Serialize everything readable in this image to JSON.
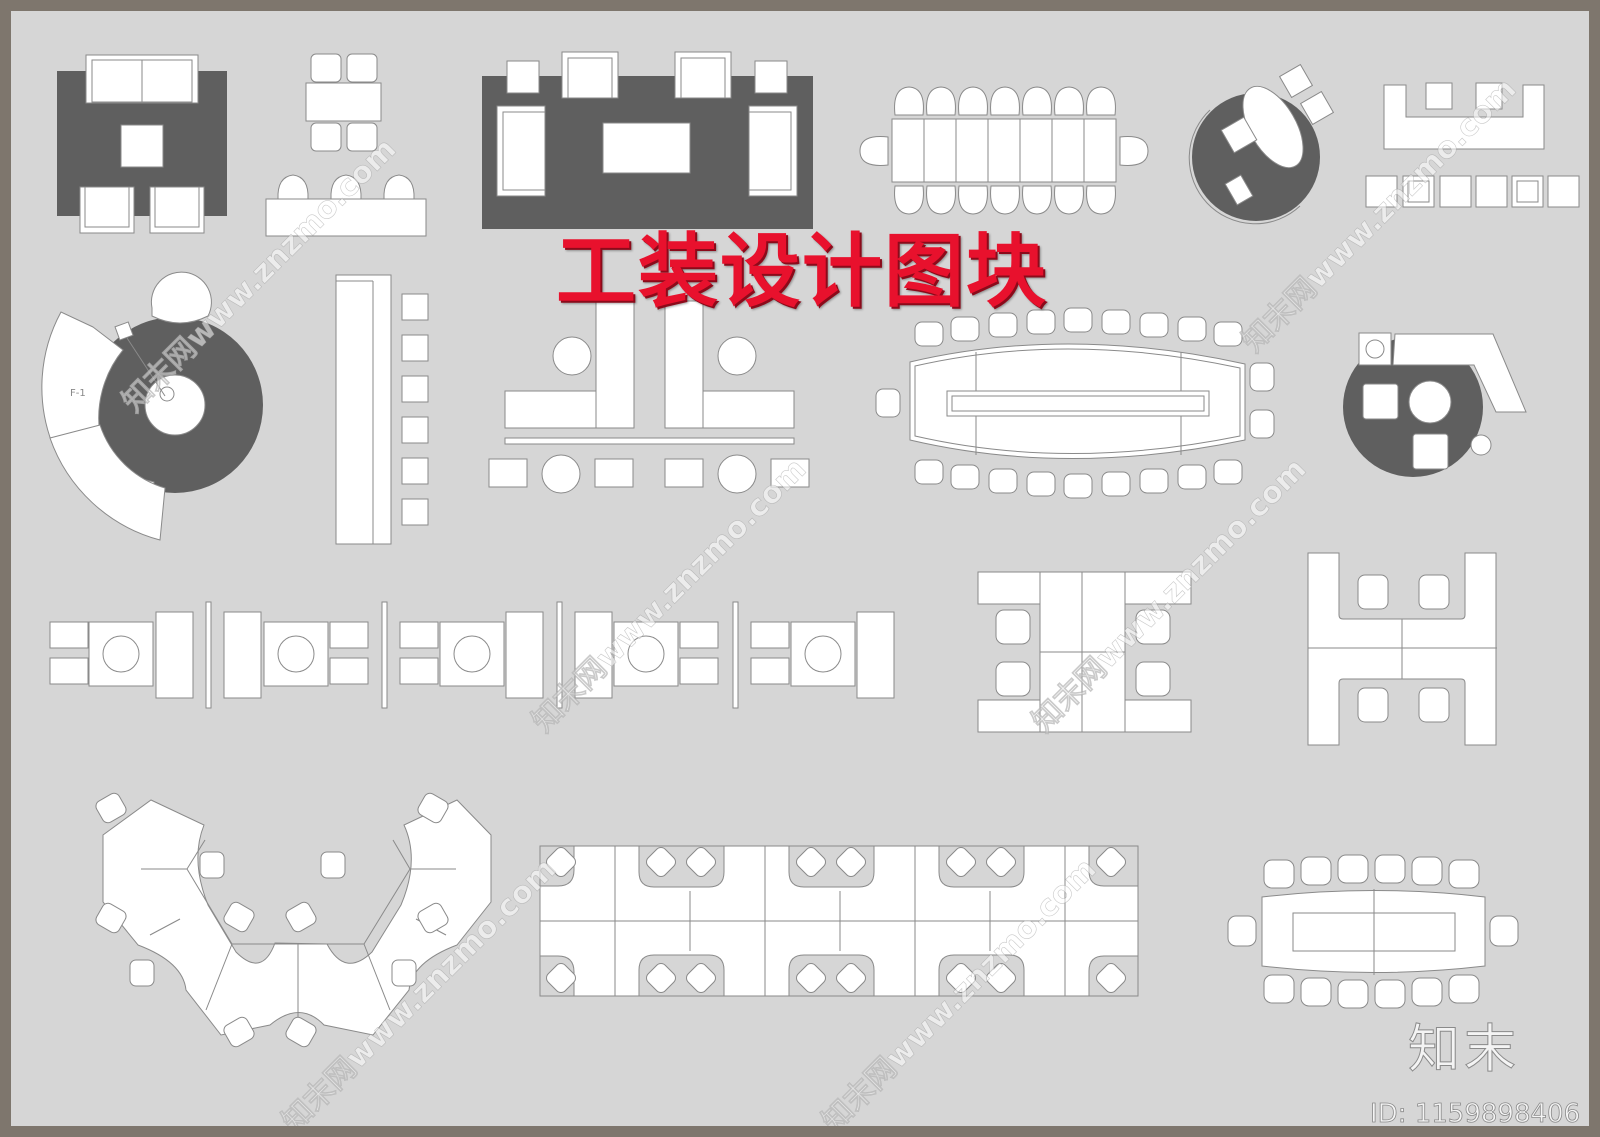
{
  "sheet": {
    "title": "工装设计图块",
    "brand": "知末",
    "image_id": "ID: 1159898406",
    "watermark_text": "知末网www.znzmo.com",
    "colors": {
      "frame": "#7e766d",
      "background": "#d6d6d6",
      "rug": "#5f5f5f",
      "furniture": "#ffffff",
      "title": "#e8112d"
    }
  },
  "blocks": [
    {
      "id": "lounge-sofa-set",
      "label": "Sofa set on rug"
    },
    {
      "id": "four-seat-dining-table",
      "label": "4-seat table"
    },
    {
      "id": "reception-counter-3-chairs",
      "label": "Counter with 3 chairs"
    },
    {
      "id": "reception-lounge-rug",
      "label": "Lounge group on rug"
    },
    {
      "id": "conference-table-16",
      "label": "Conference table 16 seats"
    },
    {
      "id": "round-rug-lounge",
      "label": "Round lounge with oval table"
    },
    {
      "id": "u-shaped-reception",
      "label": "U reception with chairs"
    },
    {
      "id": "curved-reception-desk",
      "label": "Curved reception desk",
      "tag": "F-1"
    },
    {
      "id": "long-bar-counter",
      "label": "Long bar with 6 stools"
    },
    {
      "id": "l-desk-pair",
      "label": "Paired L desks"
    },
    {
      "id": "boat-conference-table",
      "label": "Boat conference table 20 seats"
    },
    {
      "id": "corner-sofa-lounge",
      "label": "Corner sofa lounge"
    },
    {
      "id": "desk-cluster-row",
      "label": "Row of 5 desk clusters"
    },
    {
      "id": "workstation-4-seat",
      "label": "4-seat workstation"
    },
    {
      "id": "h-workstation",
      "label": "H workstation"
    },
    {
      "id": "hex-workstation-cluster",
      "label": "Hex workstation cluster"
    },
    {
      "id": "open-office-bench",
      "label": "Open office bench"
    },
    {
      "id": "meeting-table-14",
      "label": "Meeting table 14 seats"
    }
  ]
}
